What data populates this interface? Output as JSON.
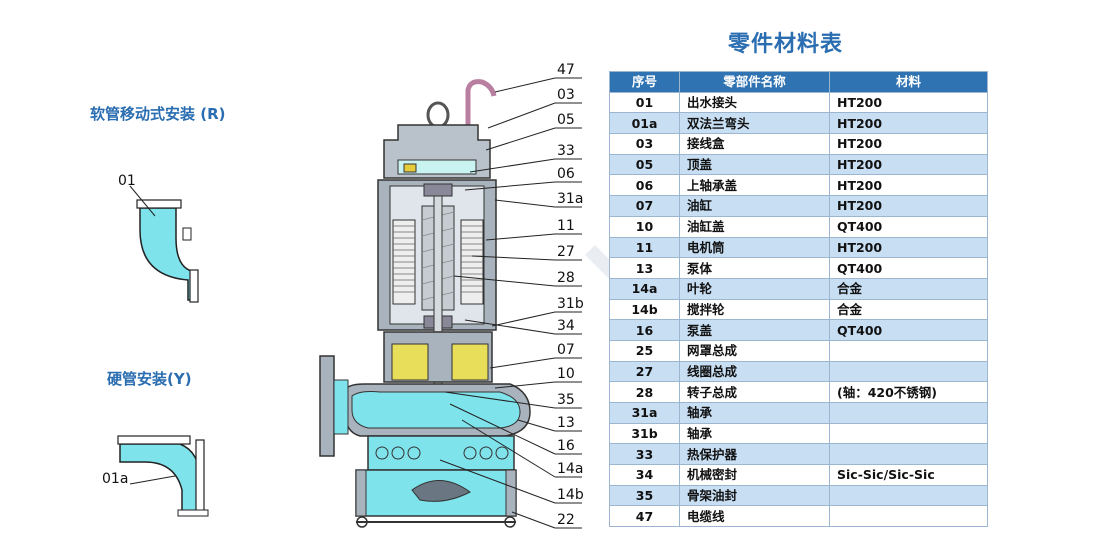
{
  "left_labels": {
    "hose": "软管移动式安装 (R)",
    "rigid": "硬管安装(Y)",
    "part_01": "01",
    "part_01a": "01a"
  },
  "callouts": [
    "47",
    "03",
    "05",
    "33",
    "06",
    "31a",
    "11",
    "27",
    "28",
    "31b",
    "34",
    "07",
    "10",
    "35",
    "13",
    "16",
    "14a",
    "14b",
    "22"
  ],
  "table": {
    "title": "零件材料表",
    "headers": [
      "序号",
      "零部件名称",
      "材料"
    ],
    "rows": [
      [
        "01",
        "出水接头",
        "HT200"
      ],
      [
        "01a",
        "双法兰弯头",
        "HT200"
      ],
      [
        "03",
        "接线盒",
        "HT200"
      ],
      [
        "05",
        "顶盖",
        "HT200"
      ],
      [
        "06",
        "上轴承盖",
        "HT200"
      ],
      [
        "07",
        "油缸",
        "HT200"
      ],
      [
        "10",
        "油缸盖",
        "QT400"
      ],
      [
        "11",
        "电机筒",
        "HT200"
      ],
      [
        "13",
        "泵体",
        "QT400"
      ],
      [
        "14a",
        "叶轮",
        "合金"
      ],
      [
        "14b",
        "搅拌轮",
        "合金"
      ],
      [
        "16",
        "泵盖",
        "QT400"
      ],
      [
        "25",
        "网罩总成",
        ""
      ],
      [
        "27",
        "线圈总成",
        ""
      ],
      [
        "28",
        "转子总成",
        "(轴：420不锈钢)"
      ],
      [
        "31a",
        "轴承",
        ""
      ],
      [
        "31b",
        "轴承",
        ""
      ],
      [
        "33",
        "热保护器",
        ""
      ],
      [
        "34",
        "机械密封",
        "Sic-Sic/Sic-Sic"
      ],
      [
        "35",
        "骨架油封",
        ""
      ],
      [
        "47",
        "电缆线",
        ""
      ]
    ]
  },
  "colors": {
    "accent": "#2a6db0",
    "header": "#2f73b3",
    "row_alt": "#c7def3",
    "water": "#7fe3ec",
    "oil": "#e8de5a",
    "metal": "#a9b3bd"
  }
}
